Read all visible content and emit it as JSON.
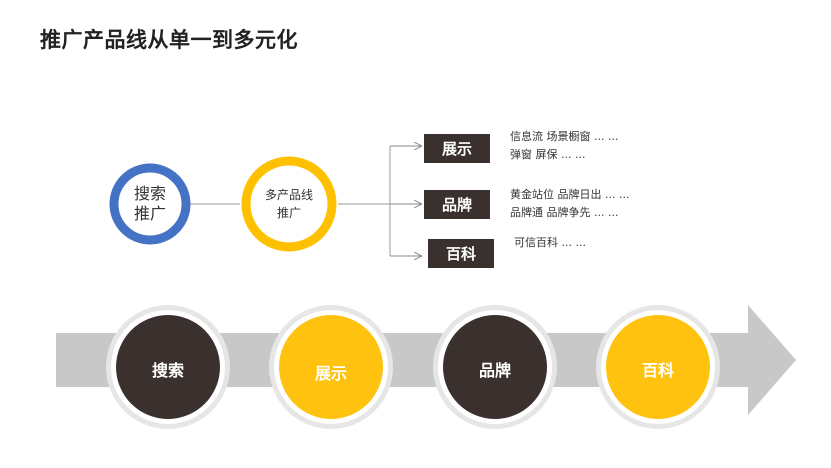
{
  "title": "推广产品线从单一到多元化",
  "top_flow": {
    "search_circle": {
      "line1": "搜索",
      "line2": "推广",
      "ring_color": "#4472c4"
    },
    "multi_circle": {
      "line1": "多产品线",
      "line2": "推广",
      "ring_color": "#ffc000"
    }
  },
  "products": [
    {
      "label": "展示",
      "notes": [
        "信息流 场景橱窗 ... ...",
        "弹窗  屏保 ... ..."
      ]
    },
    {
      "label": "品牌",
      "notes": [
        "黄金站位 品牌日出 ... ...",
        "品牌通  品牌争先 ... ..."
      ]
    },
    {
      "label": "百科",
      "notes": [
        "可信百科 ... ..."
      ]
    }
  ],
  "timeline": {
    "stages": [
      {
        "label": "搜索",
        "fill": "#3a302d"
      },
      {
        "label": "展示",
        "fill": "#ffc20e"
      },
      {
        "label": "品牌",
        "fill": "#3a302d"
      },
      {
        "label": "百科",
        "fill": "#ffc20e"
      }
    ],
    "arrow_color": "#c8c8c8"
  },
  "colors": {
    "box_dark": "#3a302d",
    "accent_yellow": "#ffc000",
    "accent_blue": "#4472c4"
  }
}
